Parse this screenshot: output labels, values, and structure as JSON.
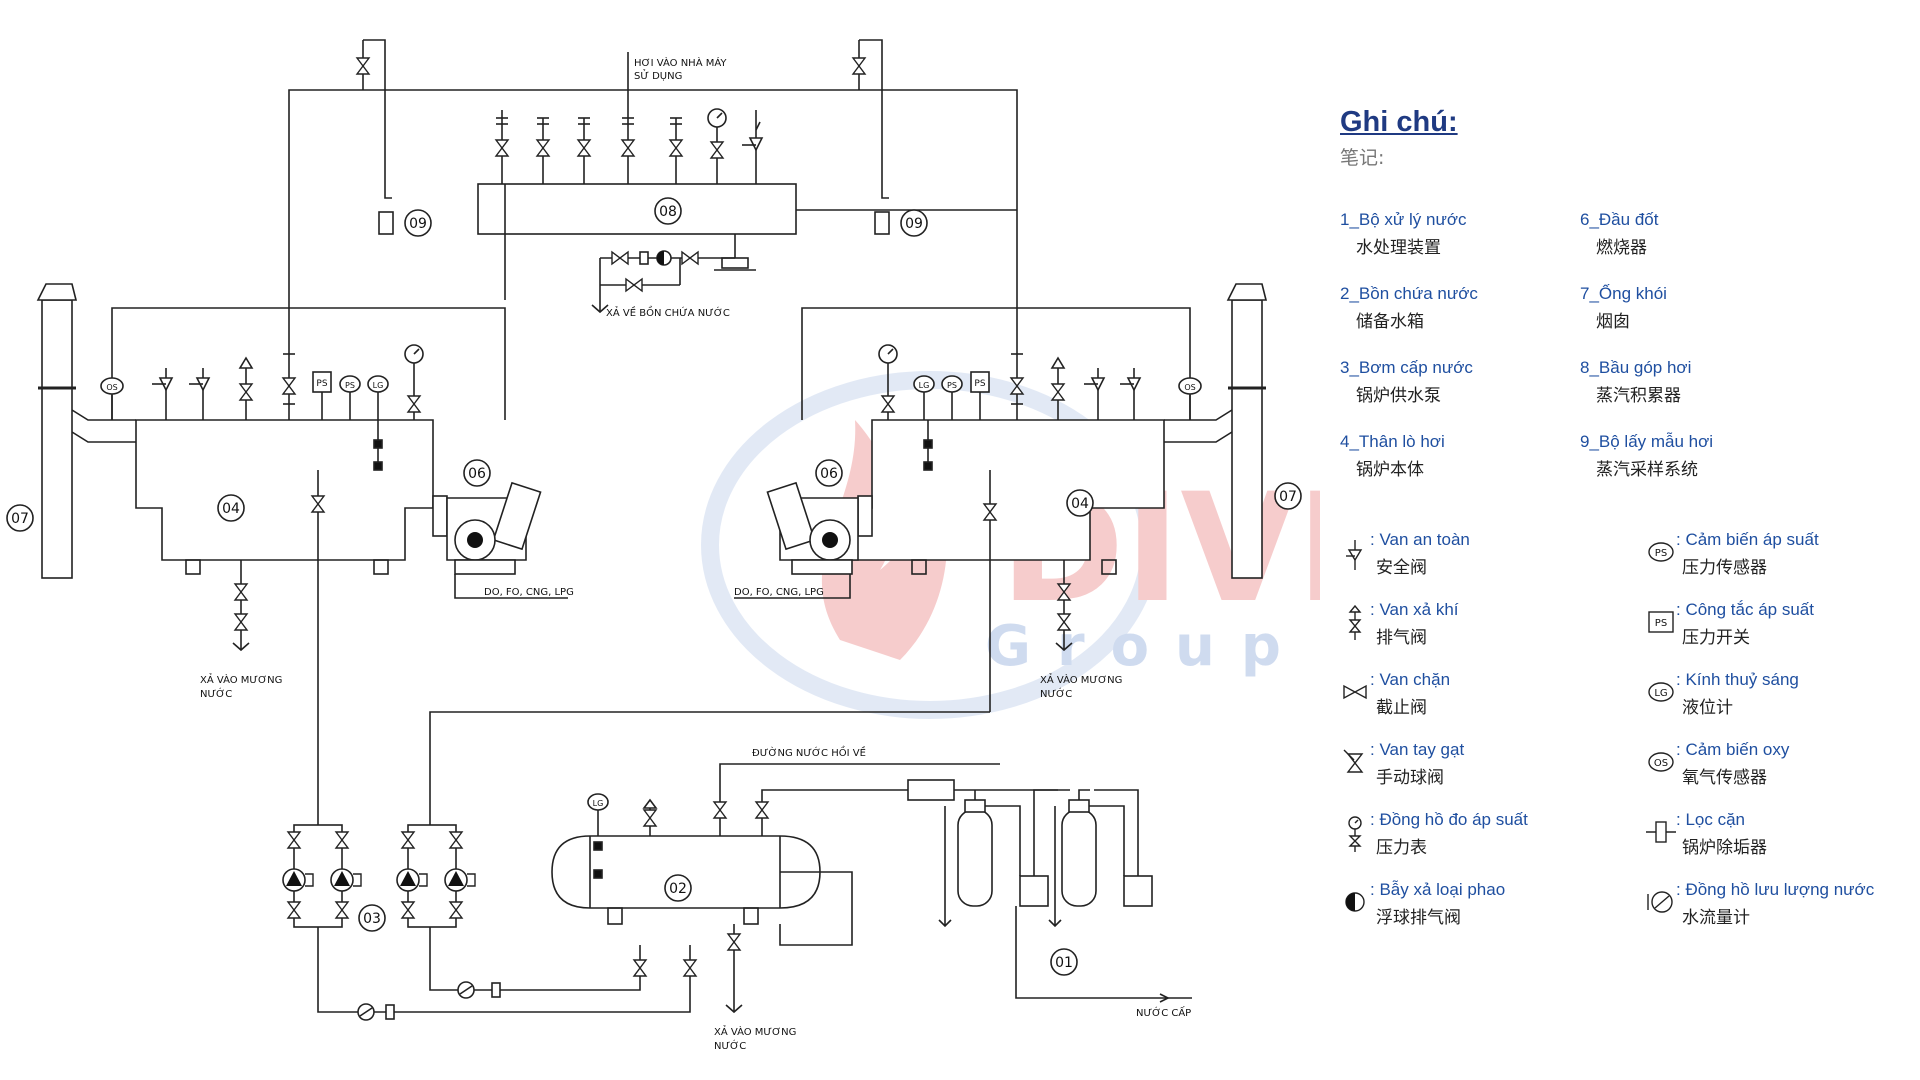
{
  "legend": {
    "title": "Ghi chú:",
    "subtitle": "笔记:",
    "components": [
      {
        "name": "1_Bộ xử lý nước",
        "cn": "水处理装置"
      },
      {
        "name": "6_Đầu đốt",
        "cn": "燃烧器"
      },
      {
        "name": "2_Bồn chứa nước",
        "cn": "储备水箱"
      },
      {
        "name": "7_Ống khói",
        "cn": "烟囱"
      },
      {
        "name": "3_Bơm cấp nước",
        "cn": "锅炉供水泵"
      },
      {
        "name": "8_Bầu góp hơi",
        "cn": "蒸汽积累器"
      },
      {
        "name": "4_Thân lò hơi",
        "cn": "锅炉本体"
      },
      {
        "name": "9_Bộ lấy mẫu hơi",
        "cn": "蒸汽采样系统"
      }
    ],
    "symbols": [
      {
        "icon": "safety-valve-icon",
        "name": ": Van an toàn",
        "cn": "安全阀"
      },
      {
        "icon": "pressure-sensor-icon",
        "name": ": Cảm biến áp suất",
        "cn": "压力传感器"
      },
      {
        "icon": "vent-valve-icon",
        "name": ": Van xả khí",
        "cn": "排气阀"
      },
      {
        "icon": "pressure-switch-icon",
        "name": ": Công tắc áp suất",
        "cn": "压力开关"
      },
      {
        "icon": "stop-valve-icon",
        "name": ": Van chặn",
        "cn": "截止阀"
      },
      {
        "icon": "level-gauge-icon",
        "name": ": Kính thuỷ sáng",
        "cn": "液位计"
      },
      {
        "icon": "ball-valve-icon",
        "name": ": Van tay gạt",
        "cn": "手动球阀"
      },
      {
        "icon": "oxygen-sensor-icon",
        "name": ": Cảm biến oxy",
        "cn": "氧气传感器"
      },
      {
        "icon": "pressure-gauge-icon",
        "name": ": Đồng hồ đo áp suất",
        "cn": "压力表"
      },
      {
        "icon": "strainer-icon",
        "name": ": Lọc cặn",
        "cn": "锅炉除垢器"
      },
      {
        "icon": "float-trap-icon",
        "name": ": Bẫy xả loại phao",
        "cn": "浮球排气阀"
      },
      {
        "icon": "flow-meter-icon",
        "name": ": Đồng hồ lưu lượng nước",
        "cn": "水流量计"
      }
    ]
  },
  "diagram": {
    "labels": {
      "steam_to_plant_1": "HƠI VÀO NHÀ MÁY",
      "steam_to_plant_2": "SỬ DỤNG",
      "drain_to_tank": "XẢ VỀ BỒN CHỨA NƯỚC",
      "fuel_left": "DO, FO, CNG, LPG",
      "fuel_right": "DO, FO, CNG, LPG",
      "drain_ditch_left_1": "XẢ VÀO MƯƠNG",
      "drain_ditch_left_2": "NƯỚC",
      "drain_ditch_right_1": "XẢ VÀO MƯƠNG",
      "drain_ditch_right_2": "NƯỚC",
      "drain_ditch_bottom_1": "XẢ VÀO MƯƠNG",
      "drain_ditch_bottom_2": "NƯỚC",
      "return_water": "ĐƯỜNG NƯỚC HỒI VỀ",
      "water_supply": "NƯỚC CẤP"
    },
    "tags": {
      "n01": "01",
      "n02": "02",
      "n03": "03",
      "n04_left": "04",
      "n04_right": "04",
      "n06_left": "06",
      "n06_right": "06",
      "n07_left": "07",
      "n07_right": "07",
      "n08": "08",
      "n09_left": "09",
      "n09_right": "09",
      "os": "OS",
      "ps": "PS",
      "lg": "LG"
    },
    "watermark": {
      "main": "DIVI",
      "sub": "Group"
    }
  }
}
